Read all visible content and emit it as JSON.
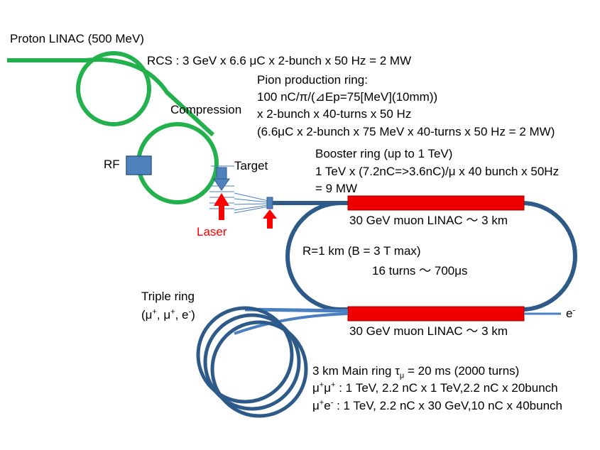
{
  "labels": {
    "proton_linac": "Proton LINAC (500 MeV)",
    "rcs": "RCS : 3 GeV x 6.6 μC x 2-bunch x 50 Hz = 2 MW",
    "pion_title": "Pion production ring:",
    "pion_line1": "100 nC/π/(⊿Ep=75[MeV](10mm))",
    "pion_line2": "x 2-bunch x 40-turns x 50 Hz",
    "pion_line3": "(6.6μC x 2-bunch x 75 MeV x 40-turns x 50 Hz = 2 MW)",
    "compression": "Compression",
    "rf": "RF",
    "target": "Target",
    "laser": "Laser",
    "booster_title": "Booster ring (up to 1 TeV)",
    "booster_line1": "1 TeV x (7.2nC=>3.6nC)/μ x 40 bunch x 50Hz",
    "booster_line2": "= 9 MW",
    "linac_top": "30 GeV muon LINAC ～ 3 km",
    "radius": "R=1 km (B = 3 T max)",
    "turns": "16 turns ～ 700μs",
    "triple_title": "Triple ring",
    "triple_particles": [
      "μ",
      "+",
      ",  μ",
      "+",
      ",  e",
      "-",
      ")"
    ],
    "triple_open": "(",
    "electron": "e",
    "electron_sup": "-",
    "linac_bottom": "30 GeV muon LINAC ～ 3 km",
    "main_ring_a": "3 km Main ring  τ",
    "main_ring_sub": "μ",
    "main_ring_b": " = 20 ms (2000 turns)",
    "mumu_a": "μ",
    "mumu_sup1": "+",
    "mumu_b": "μ",
    "mumu_sup2": "+",
    "mumu_c": " : 1 TeV, 2.2 nC x 1 TeV,2.2 nC x 20bunch",
    "mue_a": "μ",
    "mue_sup1": "+",
    "mue_b": "e",
    "mue_sup2": "-",
    "mue_c": " : 1 TeV, 2.2 nC x 30 GeV,10 nC x 40bunch"
  },
  "colors": {
    "green": "#22b14c",
    "navy": "#2e5a8a",
    "light_blue": "#4a7fc1",
    "red_bar": "#ee0000",
    "laser_red": "#ff0000",
    "rf_blue": "#4f81bd"
  }
}
